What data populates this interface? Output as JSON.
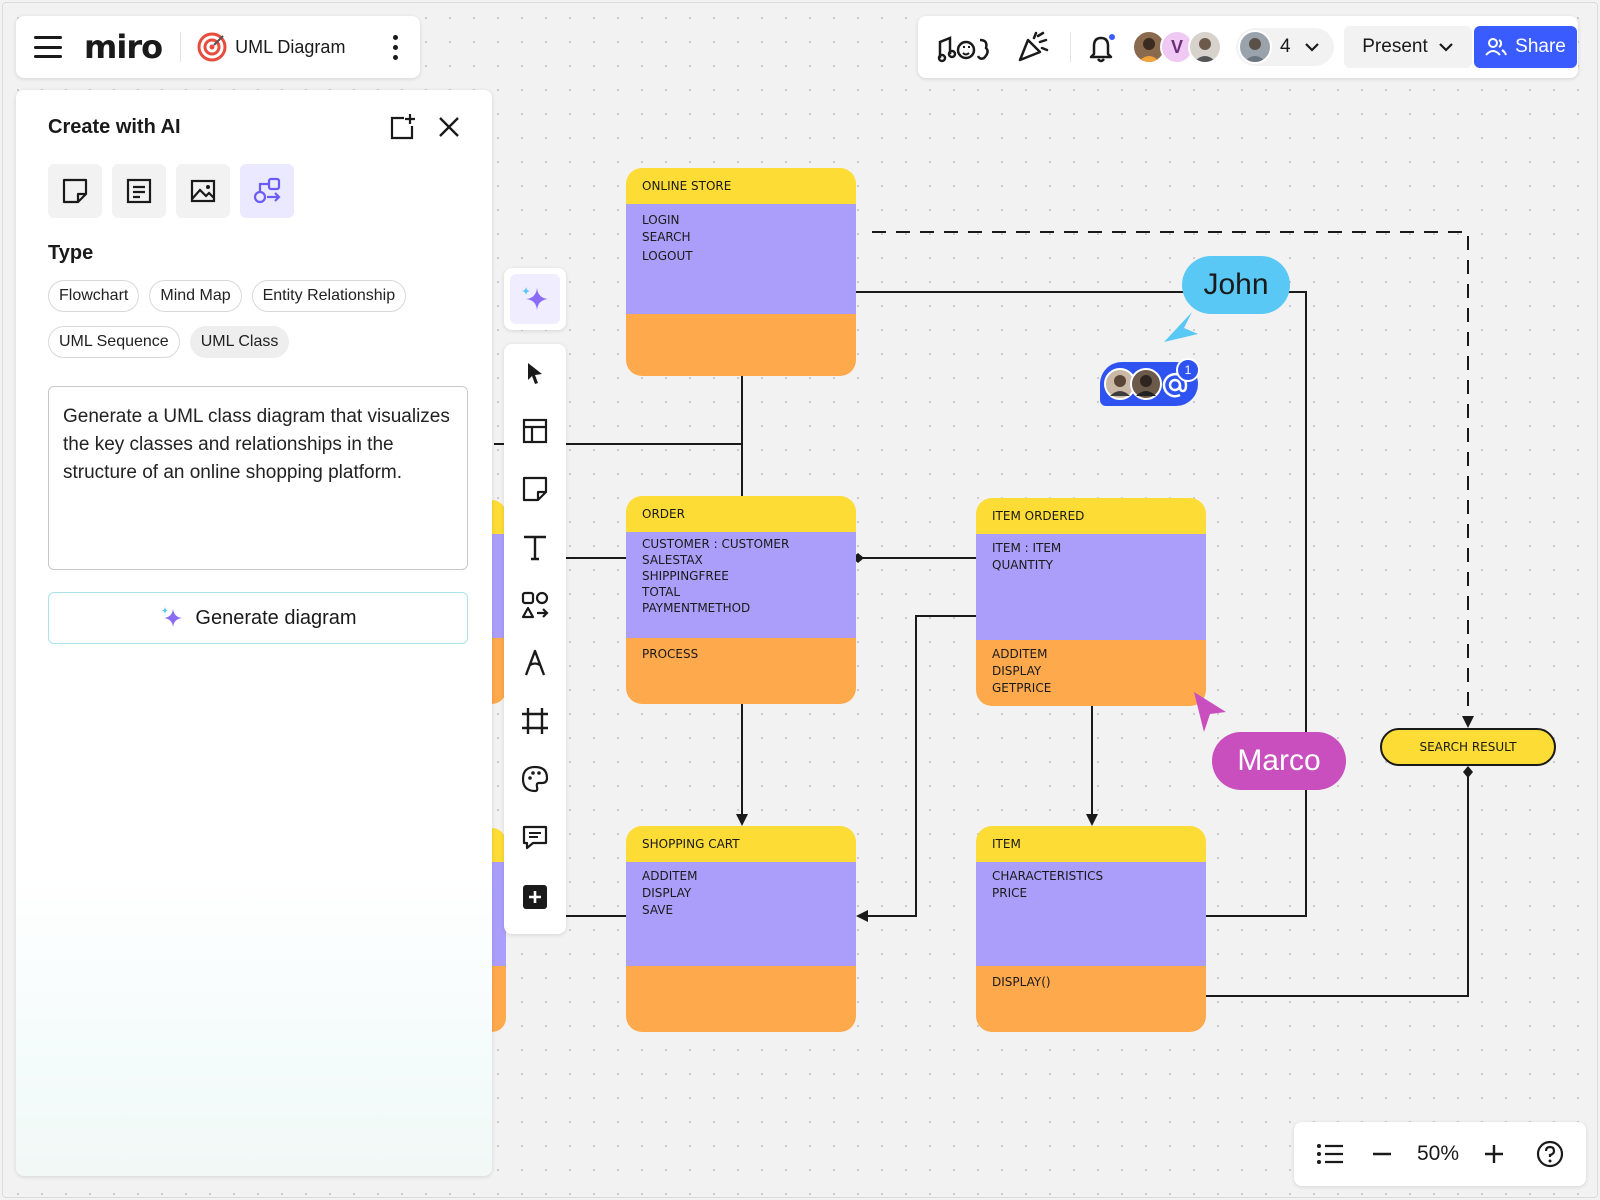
{
  "app": {
    "logo": "miro",
    "board_name": "UML Diagram"
  },
  "header": {
    "collaborator_count": "4",
    "present_label": "Present",
    "share_label": "Share",
    "avatar_initial": "V"
  },
  "ai_panel": {
    "title": "Create with AI",
    "section_type_label": "Type",
    "types": [
      "Flowchart",
      "Mind Map",
      "Entity Relationship",
      "UML Sequence",
      "UML Class"
    ],
    "selected_type": "UML Class",
    "prompt": "Generate a UML class diagram that visualizes the key classes and relationships in the structure of an online shopping platform.",
    "generate_label": "Generate diagram"
  },
  "toolbar": {
    "tools": [
      "ai-sparkle",
      "select",
      "templates",
      "sticky-note",
      "text",
      "shapes",
      "pen",
      "frame",
      "stickers",
      "comment",
      "add"
    ]
  },
  "zoom": {
    "level": "50%"
  },
  "diagram": {
    "online_store": {
      "title": "ONLINE STORE",
      "attributes": [
        "LOGIN",
        "SEARCH",
        "LOGOUT"
      ],
      "methods": []
    },
    "order": {
      "title": "ORDER",
      "attributes": [
        "CUSTOMER : CUSTOMER",
        "SALESTAX",
        "SHIPPINGFREE",
        "TOTAL",
        "PAYMENTMETHOD"
      ],
      "methods": [
        "PROCESS"
      ]
    },
    "item_ordered": {
      "title": "ITEM ORDERED",
      "attributes": [
        "ITEM : ITEM",
        "QUANTITY"
      ],
      "methods": [
        "ADDITEM",
        "DISPLAY",
        "GETPRICE"
      ]
    },
    "shopping_cart": {
      "title": "SHOPPING CART",
      "attributes": [
        "ADDITEM",
        "DISPLAY",
        "SAVE"
      ],
      "methods": []
    },
    "item": {
      "title": "ITEM",
      "attributes": [
        "CHARACTERISTICS",
        "PRICE"
      ],
      "methods": [
        "DISPLAY()"
      ]
    },
    "search_result": {
      "title": "SEARCH RESULT"
    }
  },
  "cursors": {
    "john": "John",
    "marco": "Marco"
  },
  "comment": {
    "count": "1"
  },
  "colors": {
    "header_yellow": "#fcdc35",
    "attr_purple": "#ab9efa",
    "method_orange": "#ffa94d",
    "share_blue": "#3a5cff",
    "john_blue": "#5ac8f5",
    "marco_magenta": "#c94fbf"
  }
}
